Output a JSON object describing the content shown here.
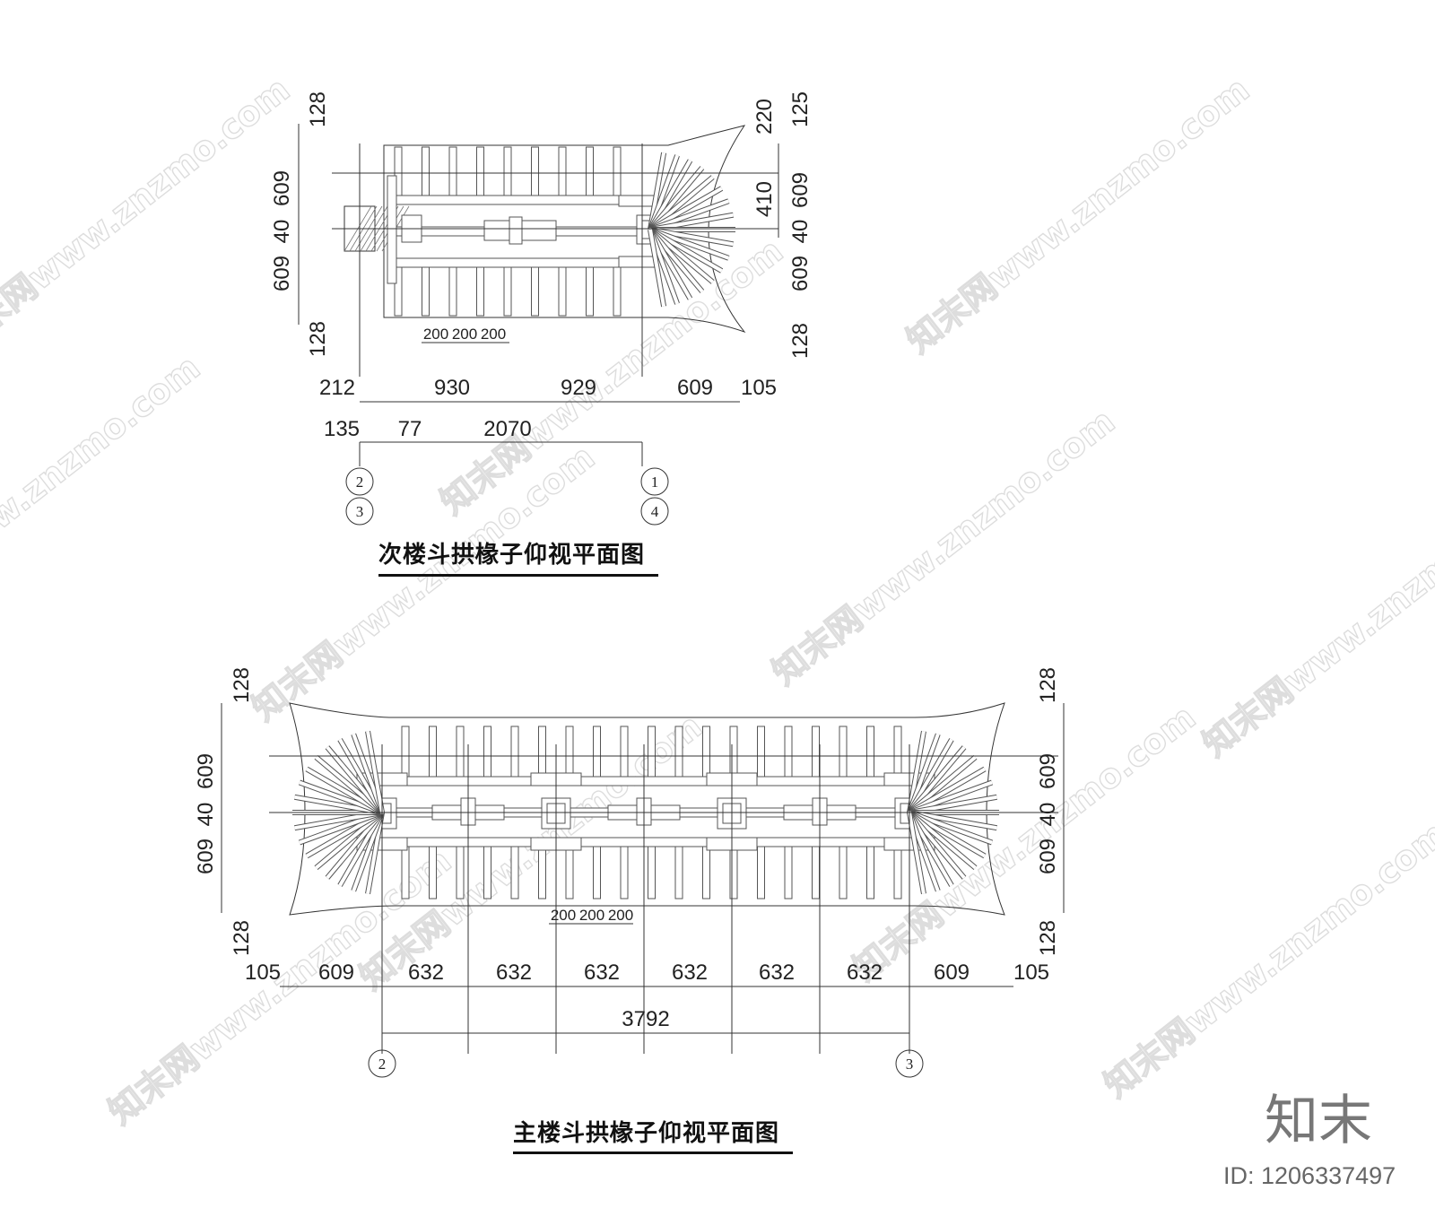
{
  "watermark": {
    "text": "知末网www.znzmo.com"
  },
  "brand": {
    "logo": "知末",
    "id": "ID: 1206337497"
  },
  "plans": [
    {
      "title": "次楼斗拱椽子仰视平面图",
      "dims_left": [
        "128",
        "609",
        "40",
        "609",
        "128"
      ],
      "dims_right": [
        "125",
        "220",
        "609",
        "410",
        "40",
        "609",
        "128"
      ],
      "dims_bottom_1": [
        "212",
        "930",
        "929",
        "609",
        "105"
      ],
      "dims_bottom_2": [
        "135",
        "77",
        "2070"
      ],
      "spacing": [
        "200",
        "200",
        "200"
      ],
      "axes": [
        "2",
        "3",
        "1",
        "4"
      ]
    },
    {
      "title": "主楼斗拱椽子仰视平面图",
      "dims_left": [
        "128",
        "609",
        "40",
        "609",
        "128"
      ],
      "dims_right": [
        "128",
        "609",
        "40",
        "609",
        "128"
      ],
      "dims_bottom_1": [
        "105",
        "609",
        "632",
        "632",
        "632",
        "632",
        "632",
        "632",
        "609",
        "105"
      ],
      "dims_bottom_2": [
        "3792"
      ],
      "spacing": [
        "200",
        "200",
        "200"
      ],
      "axes": [
        "2",
        "3"
      ]
    }
  ]
}
